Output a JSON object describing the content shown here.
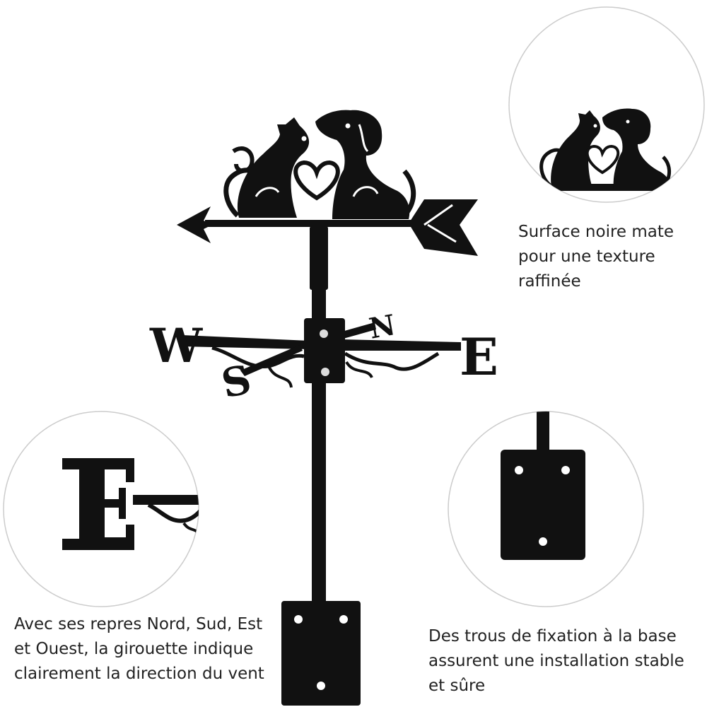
{
  "captions": {
    "surface": [
      "Surface noire mate",
      "pour une texture",
      "raffinée"
    ],
    "compass": [
      "Avec ses repres Nord, Sud, Est",
      "et Ouest, la girouette indique",
      "clairement la direction du vent"
    ],
    "holes": [
      "Des trous de fixation à la base",
      "assurent une installation stable",
      "et sûre"
    ]
  },
  "compass_letters": {
    "west": "W",
    "east": "E",
    "north": "N",
    "south": "S",
    "detail_east": "E"
  },
  "colors": {
    "metal": "#111111",
    "circle_border": "#cccccc",
    "text": "#222222",
    "background": "#ffffff"
  }
}
